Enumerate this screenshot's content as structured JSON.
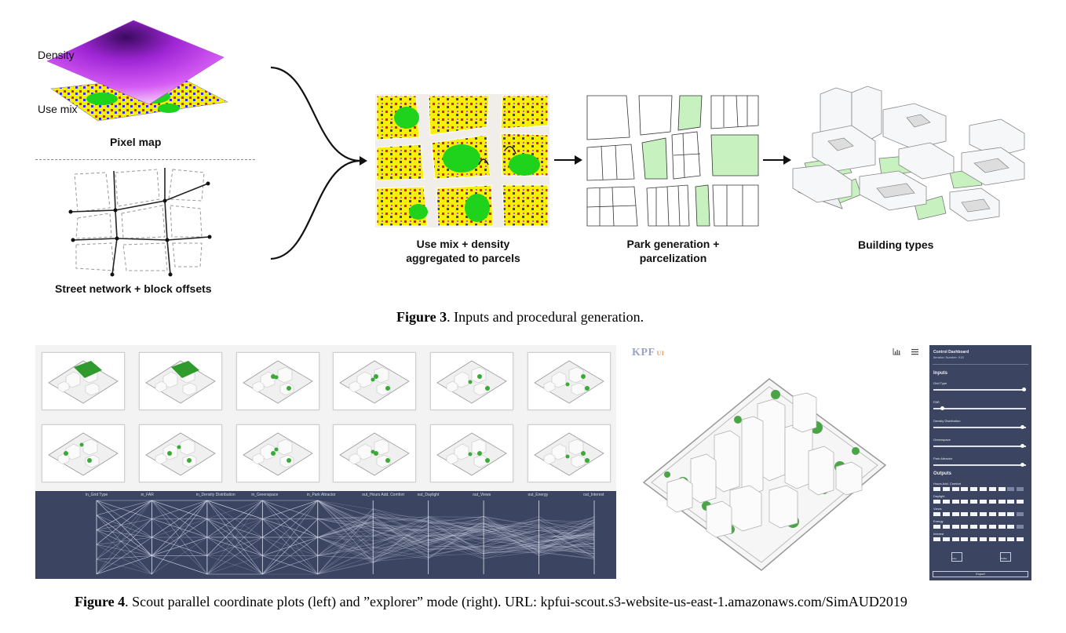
{
  "figure3": {
    "labels": {
      "density": "Density",
      "use_mix": "Use mix",
      "pixel_map": "Pixel map",
      "street_network": "Street network + block offsets",
      "aggregated_l1": "Use mix + density",
      "aggregated_l2": "aggregated to parcels",
      "park_l1": "Park generation +",
      "park_l2": "parcelization",
      "building_types": "Building types"
    },
    "caption_label": "Figure 3",
    "caption_text": ". Inputs and procedural generation."
  },
  "figure4": {
    "caption_label": "Figure 4",
    "caption_text": ". Scout parallel coordinate plots (left) and ”explorer” mode (right). URL: kpfui-scout.s3-website-us-east-1.amazonaws.com/SimAUD2019",
    "pc_axes": [
      "in_Grid Type",
      "in_FAR",
      "in_Density Distribution",
      "in_Greenspace",
      "in_Park Attractor",
      "out_Hours Add. Comfort",
      "out_Daylight",
      "out_Views",
      "out_Energy",
      "out_Interest"
    ],
    "logo_main": "KPF",
    "logo_sub": "UI"
  },
  "dashboard": {
    "title": "Control Dashboard",
    "subtitle": "Iteration Number: 915",
    "inputs_heading": "Inputs",
    "inputs": [
      {
        "label": "Grid Type",
        "value": 1.0
      },
      {
        "label": "FAR",
        "value": 0.08
      },
      {
        "label": "Density Distribution",
        "value": 0.98
      },
      {
        "label": "Greenspace",
        "value": 0.98
      },
      {
        "label": "Park Attractor",
        "value": 0.98
      }
    ],
    "outputs_heading": "Outputs",
    "outputs": [
      {
        "label": "Hours Add. Comfort",
        "filled": 8,
        "total": 10
      },
      {
        "label": "Daylight",
        "filled": 10,
        "total": 10
      },
      {
        "label": "Views",
        "filled": 9,
        "total": 10
      },
      {
        "label": "Energy",
        "filled": 9,
        "total": 10
      },
      {
        "label": "Interest",
        "filled": 10,
        "total": 10
      }
    ],
    "btn_left": "Like",
    "btn_right": "Dislike",
    "export": "Export"
  },
  "colors": {
    "yellow": "#f8ee0c",
    "green": "#1fd31c",
    "red": "#e8152a",
    "blue": "#3a2fd9",
    "magenta": "#c04ef0",
    "park": "#c7f2c0",
    "navy": "#3b4461"
  }
}
